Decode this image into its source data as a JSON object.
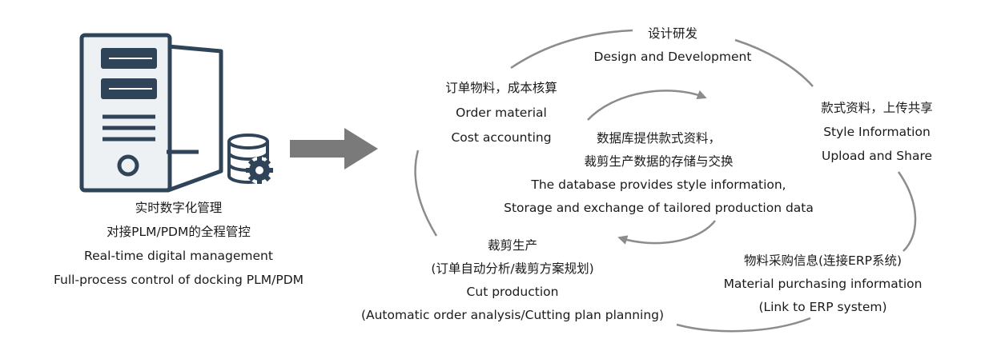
{
  "server": {
    "caption_lines": [
      "实时数字化管理",
      "对接PLM/PDM的全程管控",
      "Real-time digital management",
      "Full-process control of docking PLM/PDM"
    ]
  },
  "cycle": {
    "design": [
      "设计研发",
      "Design and Development"
    ],
    "style_info": [
      "款式资料，上传共享",
      "Style Information",
      "Upload and Share"
    ],
    "material_purchasing": [
      "物料采购信息(连接ERP系统)",
      "Material purchasing information",
      "(Link to ERP system)"
    ],
    "cut_production": [
      "裁剪生产",
      "(订单自动分析/裁剪方案规划)",
      "Cut production",
      "(Automatic order analysis/Cutting plan planning)"
    ],
    "order_cost": [
      "订单物料，成本核算",
      "Order material",
      "Cost accounting"
    ]
  },
  "center": {
    "lines": [
      "数据库提供款式资料，",
      "裁剪生产数据的存储与交换",
      "The database provides style information,",
      "Storage and exchange of tailored production data"
    ]
  },
  "colors": {
    "server_dark": "#2f4458",
    "server_light": "#eef1f4",
    "arrow_gray": "#7a7a7a",
    "cycle_line": "#8c8c8c"
  }
}
